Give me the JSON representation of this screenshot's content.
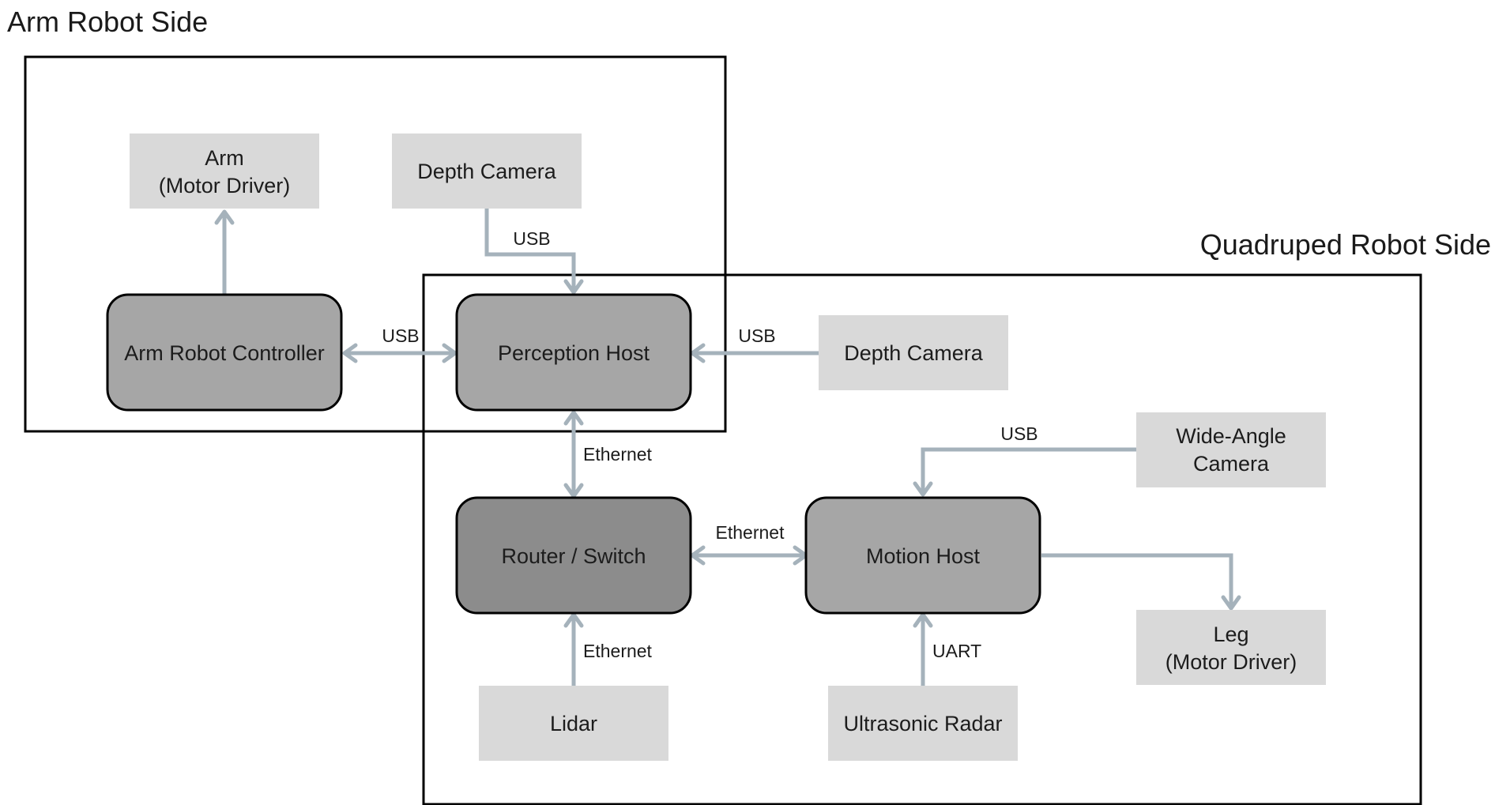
{
  "groups": {
    "arm_side": {
      "title": "Arm Robot Side"
    },
    "quadruped_side": {
      "title": "Quadruped Robot Side"
    }
  },
  "nodes": {
    "arm_motor": {
      "lines": [
        "Arm",
        "(Motor Driver)"
      ]
    },
    "depth_camera_arm": {
      "lines": [
        "Depth Camera"
      ]
    },
    "arm_controller": {
      "lines": [
        "Arm Robot Controller"
      ]
    },
    "perception_host": {
      "lines": [
        "Perception Host"
      ]
    },
    "depth_camera_quad": {
      "lines": [
        "Depth Camera"
      ]
    },
    "wide_angle_camera": {
      "lines": [
        "Wide-Angle",
        "Camera"
      ]
    },
    "router_switch": {
      "lines": [
        "Router / Switch"
      ]
    },
    "motion_host": {
      "lines": [
        "Motion Host"
      ]
    },
    "leg_motor": {
      "lines": [
        "Leg",
        "(Motor Driver)"
      ]
    },
    "lidar": {
      "lines": [
        "Lidar"
      ]
    },
    "ultrasonic_radar": {
      "lines": [
        "Ultrasonic Radar"
      ]
    }
  },
  "edges": {
    "depth_arm_to_perception": {
      "label": "USB"
    },
    "controller_perception": {
      "label": "USB"
    },
    "depth_quad_to_perception": {
      "label": "USB"
    },
    "perception_router": {
      "label": "Ethernet"
    },
    "router_motion": {
      "label": "Ethernet"
    },
    "lidar_to_router": {
      "label": "Ethernet"
    },
    "wide_to_motion": {
      "label": "USB"
    },
    "ultrasonic_to_motion": {
      "label": "UART"
    }
  },
  "colors": {
    "edge": "#a5b2bb",
    "sensor_box": "#d9d9d9",
    "host_box": "#a6a6a6",
    "router_box": "#8c8c8c",
    "border": "#000000"
  }
}
